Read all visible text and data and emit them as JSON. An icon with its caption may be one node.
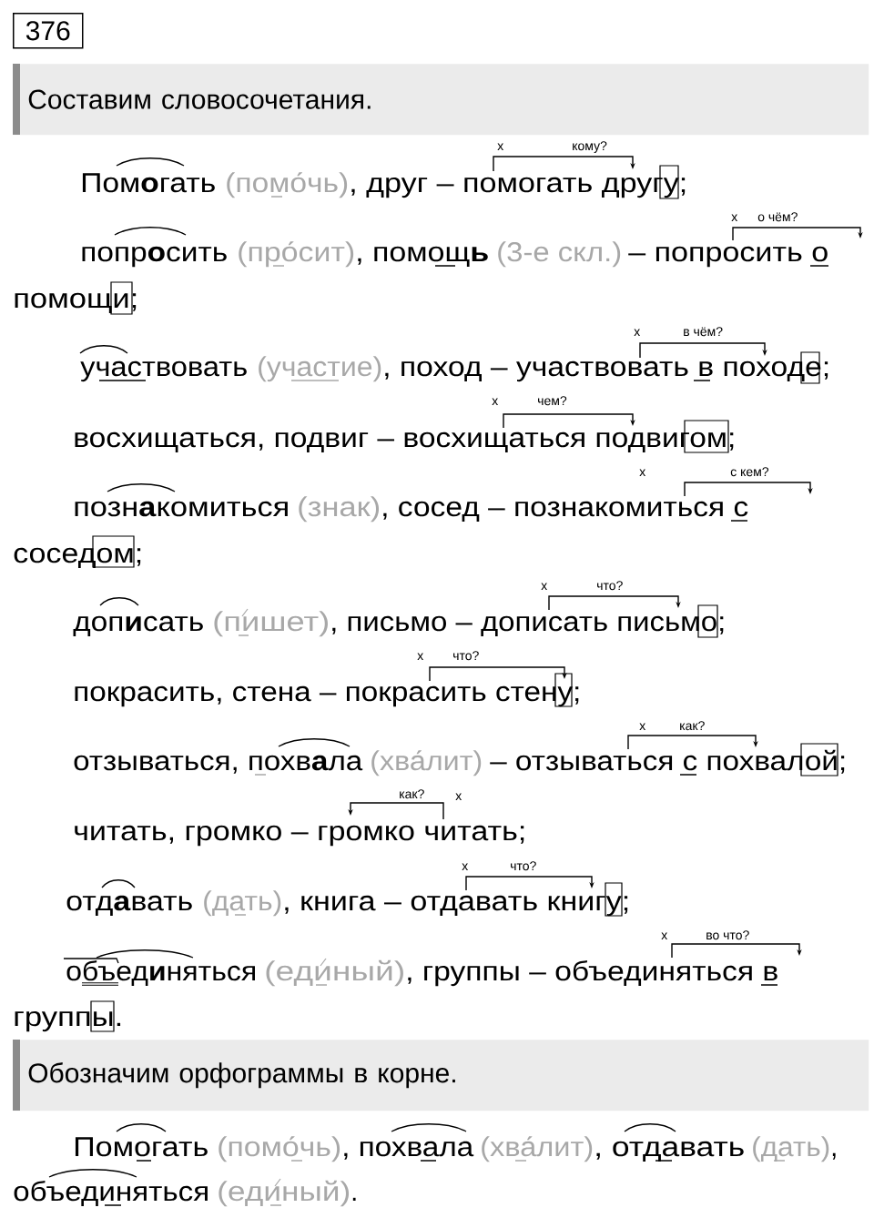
{
  "diagram": {
    "nodes": [
      {
        "text": [
          "376"
        ]
      },
      {
        "text": [
          "Составим словосочетания."
        ]
      },
      {
        "text": [
          "Обозначим орфограммы в корне."
        ]
      }
    ],
    "labels": [
      "х",
      "кому?",
      "Пом**о**гать",
      "(помо́чь)",
      ", друг – помогать другу;",
      "х",
      "о чём?",
      "попр**о**сить",
      "(про́сит)",
      ", помощ**ь**",
      "(3-е скл.)",
      "– попросить о",
      "помощи;",
      "х",
      "в чём?",
      "участвовать",
      "(участие)",
      ", поход – участвовать в походе;",
      "х",
      "чем?",
      "восхищаться, подвиг – восхищаться подвигом;",
      "х",
      "с кем?",
      "позн**а**комиться",
      "(знак)",
      ", сосед – познакомиться с",
      "соседом;",
      "х",
      "что?",
      "доп**и**сать",
      "(пишет)",
      ", письмо – дописать письмо;",
      "х",
      "что?",
      "покрасить, стена – покрасить стену;",
      "х",
      "как?",
      "отзываться, похв**а**ла",
      "(хва́лит)",
      "– отзываться с похвалой;",
      "как?",
      "х",
      "читать, громко – громко читать;",
      "х",
      "что?",
      "отд**а**вать",
      "(дать)",
      ", книга – отдавать книгу;",
      "х",
      "во что?",
      "объед**и**няться",
      "(единый)",
      ", группы – объединяться в",
      "группы.",
      "Помогать",
      "(помо́чь)",
      ", похвала",
      "(хва́лит)",
      ", отдавать",
      "(дать)",
      ",",
      "объединяться",
      "(единый)",
      "."
    ]
  }
}
